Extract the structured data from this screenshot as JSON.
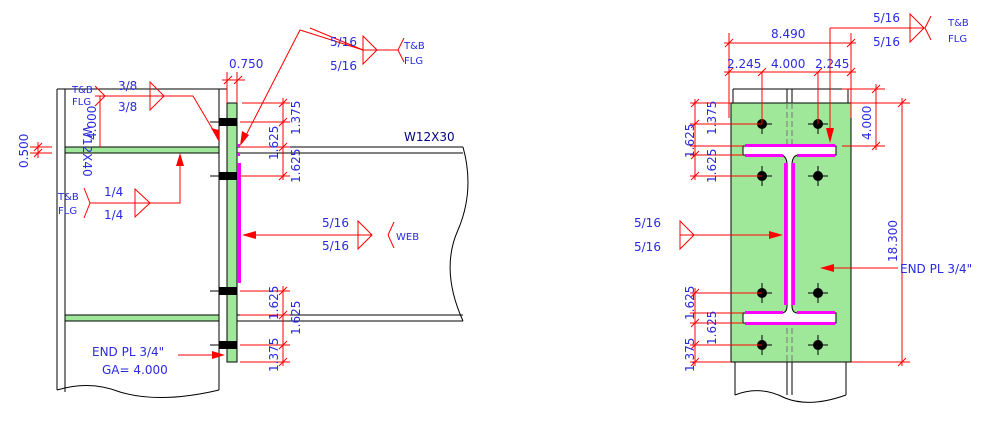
{
  "side_view": {
    "beam_label": "W12X30",
    "column_label": "W12X40",
    "plate_thickness": "0.750",
    "flange_gap": "0.500",
    "gage_dim": "4.000",
    "weld_top_flange": {
      "top": "3/8",
      "bottom": "3/8",
      "note_1": "T&B",
      "note_2": "FLG"
    },
    "weld_bottom": {
      "top": "1/4",
      "bottom": "1/4",
      "note_1": "T&B",
      "note_2": "FLG"
    },
    "weld_web": {
      "top": "5/16",
      "bottom": "5/16",
      "note": "WEB"
    },
    "weld_flange_plate": {
      "top": "5/16",
      "bottom": "5/16",
      "note_1": "T&B",
      "note_2": "FLG"
    },
    "bolt_dims": [
      "1.375",
      "1.625",
      "1.625",
      "1.625",
      "1.625",
      "1.375"
    ],
    "end_plate_label": "END PL 3/4\"",
    "gage_label": "GA= 4.000"
  },
  "end_view": {
    "overall_width": "8.490",
    "edge_left": "2.245",
    "gage": "4.000",
    "edge_right": "2.245",
    "top_extension": "4.000",
    "plate_height": "18.300",
    "bolt_dims": [
      "1.375",
      "1.625",
      "1.625",
      "1.625",
      "1.625",
      "1.375"
    ],
    "weld_flange": {
      "top": "5/16",
      "bottom": "5/16",
      "note_1": "T&B",
      "note_2": "FLG"
    },
    "weld_web": {
      "top": "5/16",
      "bottom": "5/16"
    },
    "end_plate_label": "END PL 3/4\""
  }
}
